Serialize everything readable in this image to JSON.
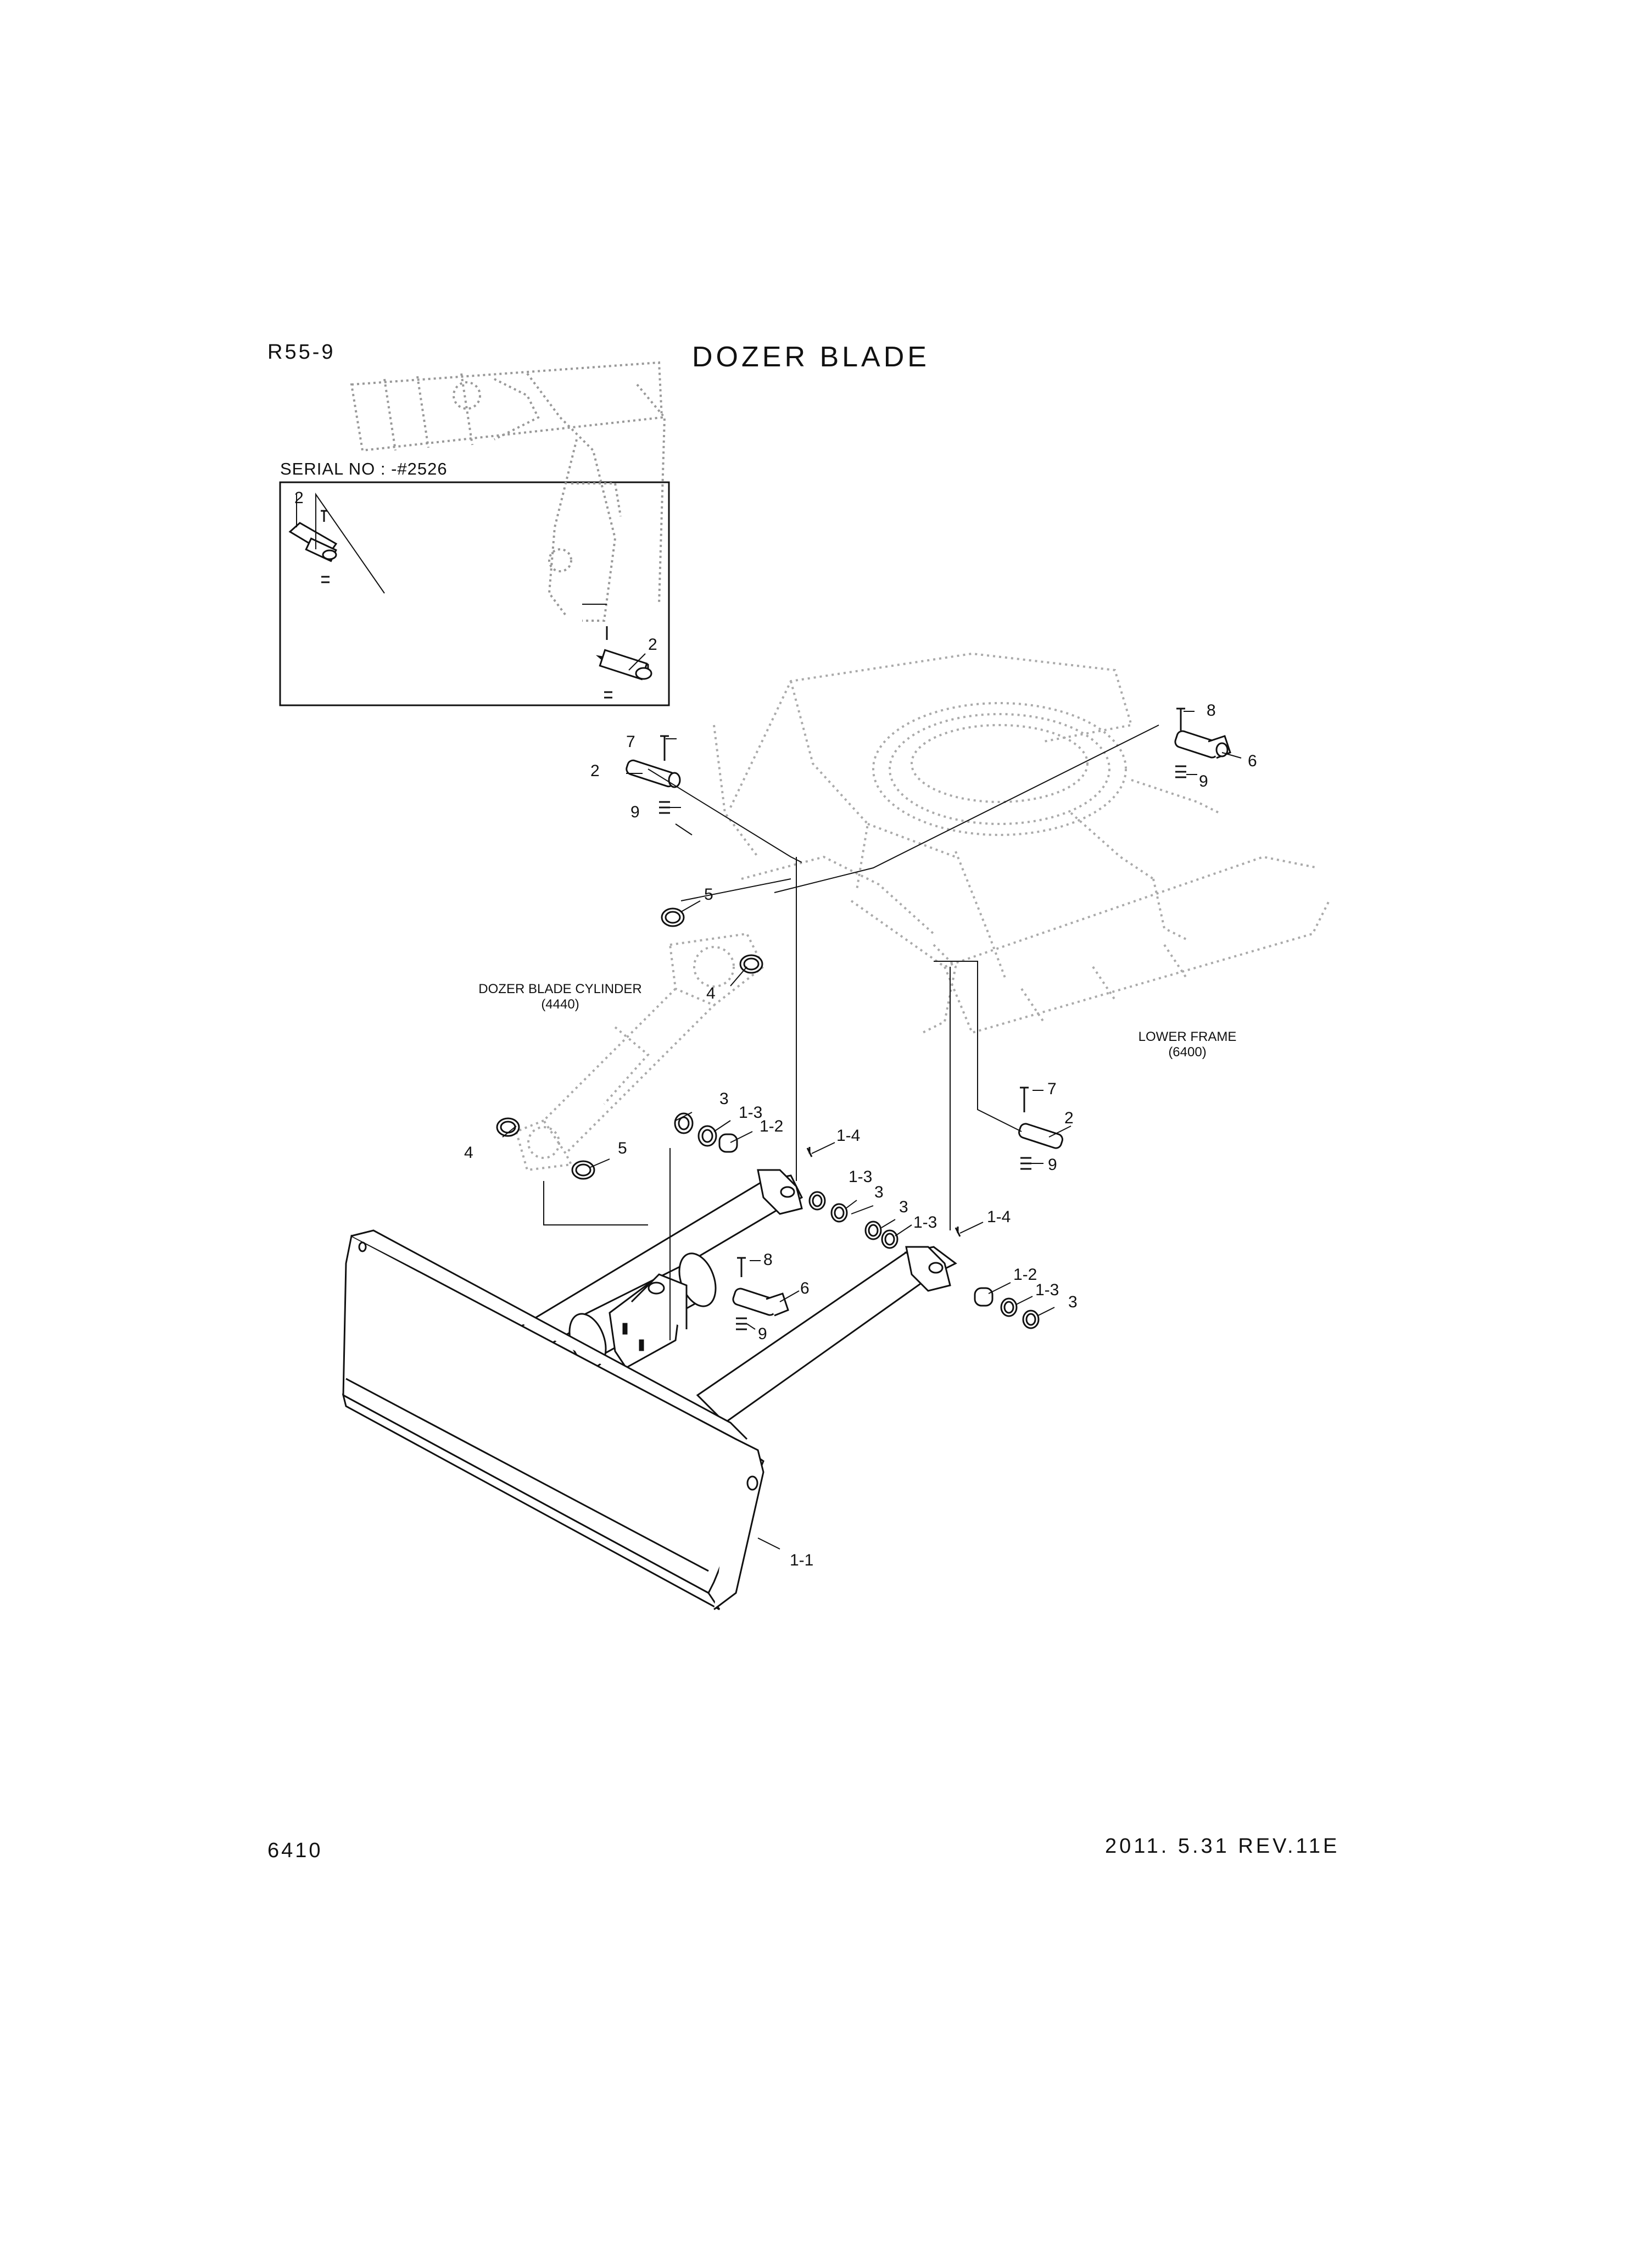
{
  "header": {
    "model": "R55-9",
    "title": "DOZER BLADE"
  },
  "footer": {
    "page_number": "6410",
    "revision": "2011. 5.31  REV.11E"
  },
  "inset": {
    "caption": "SERIAL NO : -#2526"
  },
  "assemblies": {
    "cylinder": {
      "name": "DOZER BLADE CYLINDER",
      "code": "(4440)"
    },
    "frame": {
      "name": "LOWER FRAME",
      "code": "(6400)"
    }
  },
  "callouts": [
    {
      "id": "inset-2a",
      "text": "2"
    },
    {
      "id": "inset-2b",
      "text": "2"
    },
    {
      "id": "c-7-top",
      "text": "7"
    },
    {
      "id": "c-2-top",
      "text": "2"
    },
    {
      "id": "c-9-top",
      "text": "9"
    },
    {
      "id": "c-8-topright",
      "text": "8"
    },
    {
      "id": "c-6-topright",
      "text": "6"
    },
    {
      "id": "c-9-topright",
      "text": "9"
    },
    {
      "id": "c-5-top",
      "text": "5"
    },
    {
      "id": "c-4-top",
      "text": "4"
    },
    {
      "id": "c-4-left",
      "text": "4"
    },
    {
      "id": "c-5-left",
      "text": "5"
    },
    {
      "id": "c-3-a",
      "text": "3"
    },
    {
      "id": "c-1-3-a",
      "text": "1-3"
    },
    {
      "id": "c-1-2-a",
      "text": "1-2"
    },
    {
      "id": "c-1-4-a",
      "text": "1-4"
    },
    {
      "id": "c-1-3-b",
      "text": "1-3"
    },
    {
      "id": "c-3-b",
      "text": "3"
    },
    {
      "id": "c-3-c",
      "text": "3"
    },
    {
      "id": "c-1-3-c",
      "text": "1-3"
    },
    {
      "id": "c-1-4-b",
      "text": "1-4"
    },
    {
      "id": "c-8-mid",
      "text": "8"
    },
    {
      "id": "c-6-mid",
      "text": "6"
    },
    {
      "id": "c-9-mid",
      "text": "9"
    },
    {
      "id": "c-1-2-b",
      "text": "1-2"
    },
    {
      "id": "c-1-3-d",
      "text": "1-3"
    },
    {
      "id": "c-3-d",
      "text": "3"
    },
    {
      "id": "c-7-right",
      "text": "7"
    },
    {
      "id": "c-2-right",
      "text": "2"
    },
    {
      "id": "c-9-right",
      "text": "9"
    },
    {
      "id": "c-1-1",
      "text": "1-1"
    }
  ]
}
